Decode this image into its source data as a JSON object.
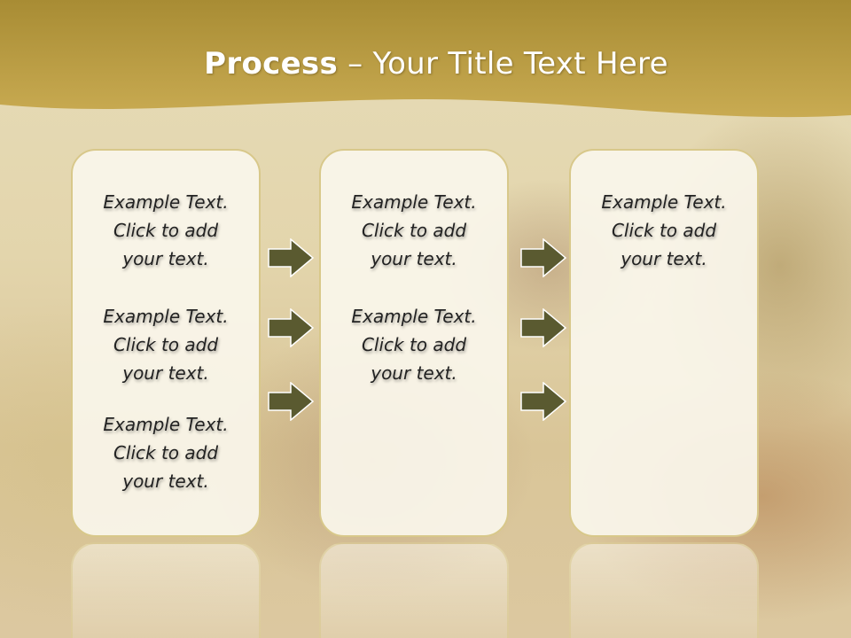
{
  "title": {
    "bold": "Process",
    "rest": " – Your Title Text Here"
  },
  "columns": [
    {
      "items": [
        [
          "Example Text.",
          "Click  to add",
          "your text."
        ],
        [
          "Example Text.",
          "Click  to add",
          "your text."
        ],
        [
          "Example Text.",
          "Click  to add",
          "your text."
        ]
      ]
    },
    {
      "items": [
        [
          "Example Text.",
          "Click  to add",
          "your text."
        ],
        [
          "Example Text.",
          "Click  to add",
          "your text."
        ]
      ]
    },
    {
      "items": [
        [
          "Example Text.",
          "Click  to add",
          "your text."
        ]
      ]
    }
  ],
  "colors": {
    "header": "#b89c3e",
    "arrow": "#5a5a30",
    "box_border": "#d8c88a"
  },
  "icons": {
    "arrows": "right-arrow-icon"
  }
}
